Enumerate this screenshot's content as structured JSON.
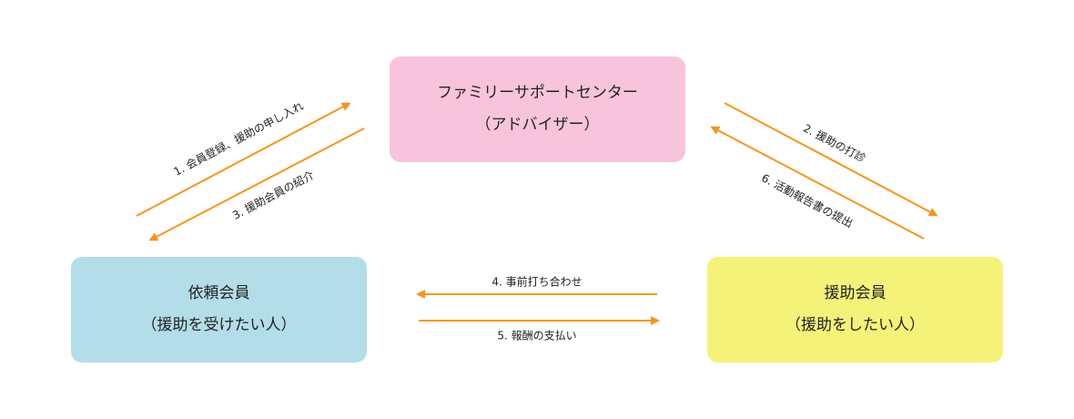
{
  "colors": {
    "arrow": "#f5961e",
    "center_box": "#f8c4dc",
    "requester_box": "#b3dde9",
    "helper_box": "#f5f27a"
  },
  "nodes": {
    "center": {
      "line1": "ファミリーサポートセンター",
      "line2": "（アドバイザー）"
    },
    "requester": {
      "line1": "依頼会員",
      "line2": "（援助を受けたい人）"
    },
    "helper": {
      "line1": "援助会員",
      "line2": "（援助をしたい人）"
    }
  },
  "edges": [
    {
      "label": "1. 会員登録、援助の申し入れ",
      "from": "requester",
      "to": "center"
    },
    {
      "label": "2. 援助の打診",
      "from": "center",
      "to": "helper"
    },
    {
      "label": "3. 援助会員の紹介",
      "from": "center",
      "to": "requester"
    },
    {
      "label": "4. 事前打ち合わせ",
      "from": "helper",
      "to": "requester"
    },
    {
      "label": "5. 報酬の支払い",
      "from": "requester",
      "to": "helper"
    },
    {
      "label": "6. 活動報告書の提出",
      "from": "helper",
      "to": "center"
    }
  ]
}
